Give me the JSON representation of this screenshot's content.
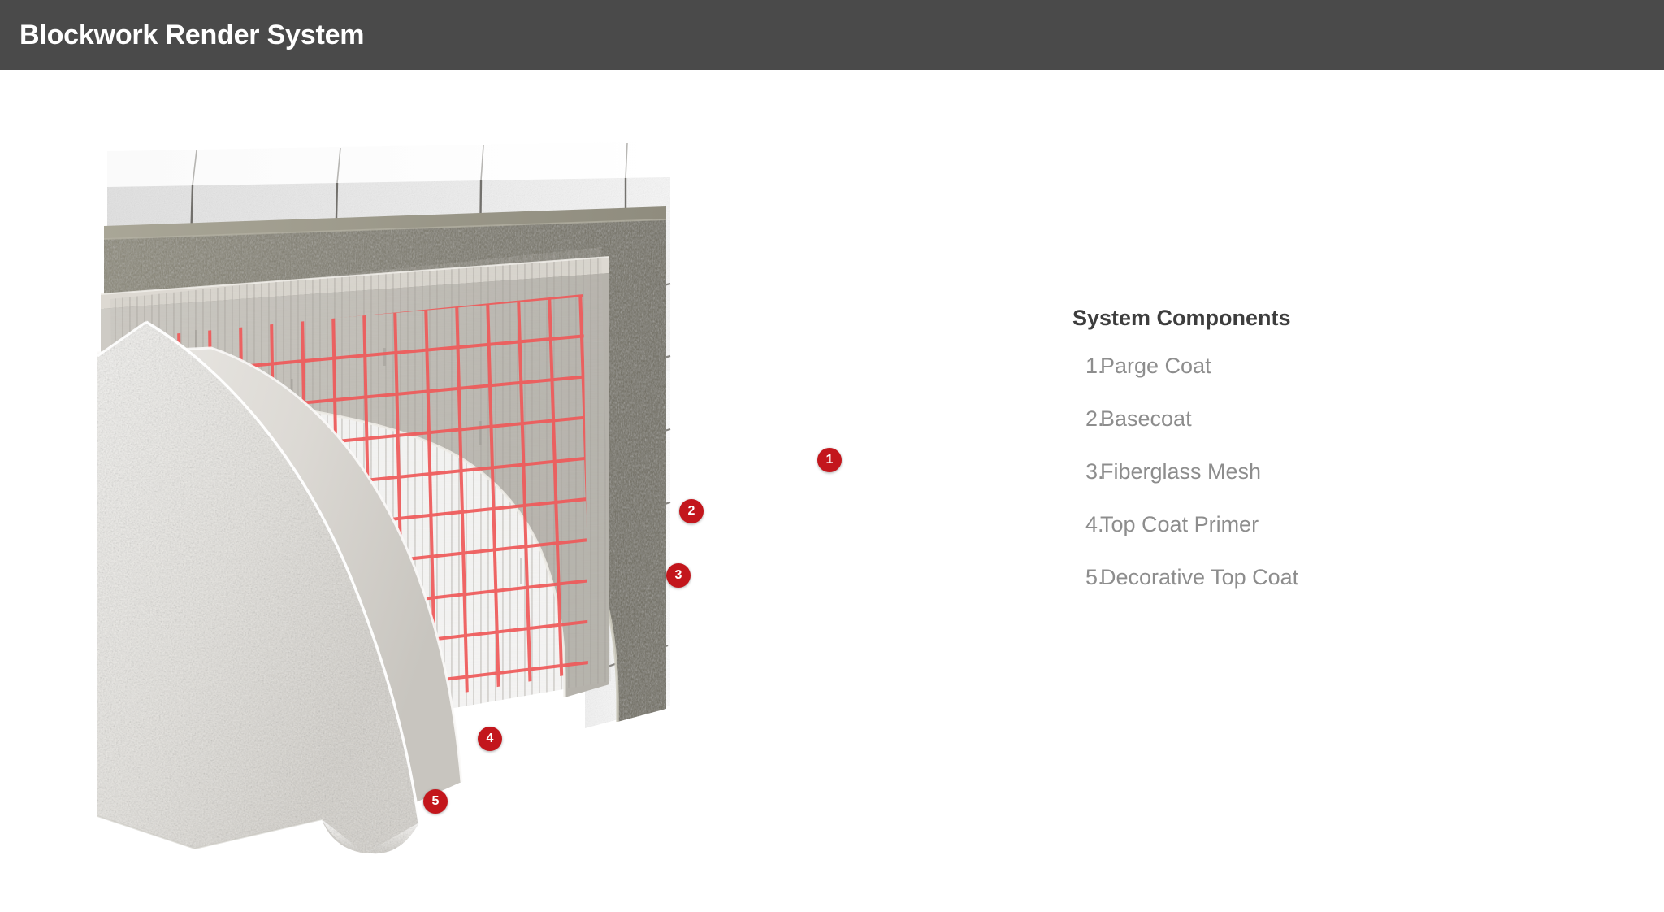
{
  "header": {
    "title": "Blockwork Render System",
    "background_color": "#4a4a4a",
    "text_color": "#ffffff"
  },
  "legend": {
    "title": "System Components",
    "title_color": "#3d3d3d",
    "item_color": "#8d8d8d",
    "items": [
      {
        "index": "1.",
        "label": "Parge Coat"
      },
      {
        "index": "2.",
        "label": "Basecoat"
      },
      {
        "index": "3.",
        "label": "Fiberglass Mesh"
      },
      {
        "index": "4.",
        "label": "Top Coat Primer"
      },
      {
        "index": "5.",
        "label": "Decorative Top Coat"
      }
    ]
  },
  "diagram": {
    "marker_color": "#c3161c",
    "marker_text_color": "#ffffff",
    "markers": [
      {
        "number": "1",
        "component": "Parge Coat"
      },
      {
        "number": "2",
        "component": "Basecoat"
      },
      {
        "number": "3",
        "component": "Fiberglass Mesh"
      },
      {
        "number": "4",
        "component": "Top Coat Primer"
      },
      {
        "number": "5",
        "component": "Decorative Top Coat"
      }
    ],
    "layers": [
      {
        "name": "Blockwork Substrate",
        "color": "#e8e8e8"
      },
      {
        "name": "Parge Coat",
        "color": "#7d7a6c"
      },
      {
        "name": "Basecoat",
        "color": "#c6c3bd"
      },
      {
        "name": "Fiberglass Mesh",
        "color": "#ef5f5f"
      },
      {
        "name": "Top Coat Primer",
        "color": "#d8d6d1"
      },
      {
        "name": "Decorative Top Coat",
        "color": "#e4e2dd"
      }
    ]
  }
}
